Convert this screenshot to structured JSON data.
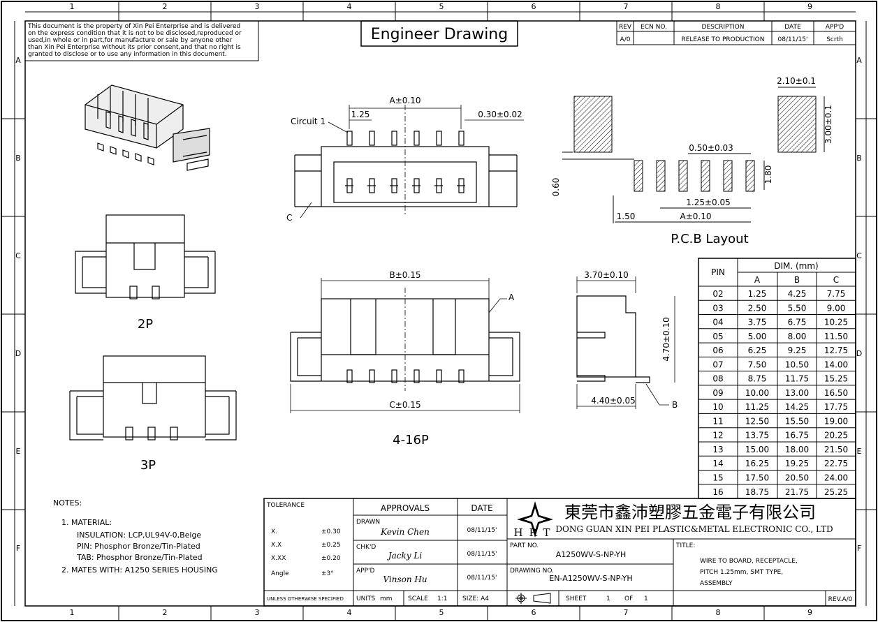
{
  "zones": {
    "columns": [
      "1",
      "2",
      "3",
      "4",
      "5",
      "6",
      "7",
      "8",
      "9"
    ],
    "rows": [
      "A",
      "B",
      "C",
      "D",
      "E",
      "F"
    ]
  },
  "disclaimer": [
    "This document is the property of Xin Pei Enterprise and is delivered",
    "on the express condition that it is not to be disclosed,reproduced or",
    "used,in whole or in part,for manufacture or sale by anyone other",
    "than Xin Pei Enterprise without its prior consent,and that no right is",
    "granted to disclose or to use any information in this document."
  ],
  "title_box": "Engineer Drawing",
  "revision": {
    "headers": [
      "REV",
      "ECN NO.",
      "DESCRIPTION",
      "DATE",
      "APP'D"
    ],
    "rows": [
      [
        "A/0",
        "",
        "RELEASE TO PRODUCTION",
        "08/11/15'",
        "Scrth"
      ]
    ]
  },
  "views": {
    "top": {
      "a_dim": "A±0.10",
      "pitch": "1.25",
      "pin_width": "0.30±0.02",
      "circuit": "Circuit 1",
      "callout_c": "C"
    },
    "pcb": {
      "pad_w": "2.10±0.1",
      "pad_h": "3.00±0.1",
      "trace_w": "0.50±0.03",
      "gap": "0.60",
      "pad_len": "1.80",
      "pitch": "1.25±0.05",
      "offset": "1.50",
      "a_dim": "A±0.10",
      "title": "P.C.B Layout"
    },
    "front": {
      "b_dim": "B±0.15",
      "c_dim": "C±0.15",
      "callout_a": "A",
      "label": "4-16P"
    },
    "side": {
      "width": "3.70±0.10",
      "height": "4.70±0.10",
      "depth": "4.40±0.05",
      "callout_b": "B"
    },
    "label_2p": "2P",
    "label_3p": "3P"
  },
  "dim_table": {
    "pin_header": "PIN",
    "dim_header": "DIM. (mm)",
    "col_headers": [
      "A",
      "B",
      "C"
    ],
    "rows": [
      [
        "02",
        "1.25",
        "4.25",
        "7.75"
      ],
      [
        "03",
        "2.50",
        "5.50",
        "9.00"
      ],
      [
        "04",
        "3.75",
        "6.75",
        "10.25"
      ],
      [
        "05",
        "5.00",
        "8.00",
        "11.50"
      ],
      [
        "06",
        "6.25",
        "9.25",
        "12.75"
      ],
      [
        "07",
        "7.50",
        "10.50",
        "14.00"
      ],
      [
        "08",
        "8.75",
        "11.75",
        "15.25"
      ],
      [
        "09",
        "10.00",
        "13.00",
        "16.50"
      ],
      [
        "10",
        "11.25",
        "14.25",
        "17.75"
      ],
      [
        "11",
        "12.50",
        "15.50",
        "19.00"
      ],
      [
        "12",
        "13.75",
        "16.75",
        "20.25"
      ],
      [
        "13",
        "15.00",
        "18.00",
        "21.50"
      ],
      [
        "14",
        "16.25",
        "19.25",
        "22.75"
      ],
      [
        "15",
        "17.50",
        "20.50",
        "24.00"
      ],
      [
        "16",
        "18.75",
        "21.75",
        "25.25"
      ]
    ]
  },
  "notes": {
    "title": "NOTES:",
    "lines": [
      "1. MATERIAL:",
      "INSULATION: LCP,UL94V-0,Beige",
      "PIN: Phosphor Bronze/Tin-Plated",
      "TAB: Phosphor Bronze/Tin-Plated",
      "2. MATES WITH: A1250 SERIES HOUSING"
    ]
  },
  "tolerance": {
    "title": "TOLERANCE",
    "rows": [
      [
        "X.",
        "±0.30"
      ],
      [
        "X.X",
        "±0.25"
      ],
      [
        "X.XX",
        "±0.20"
      ],
      [
        "Angle",
        "±3°"
      ]
    ],
    "footer": "UNLESS OTHERWISE SPECIFIED"
  },
  "approvals": {
    "header": "APPROVALS",
    "date_header": "DATE",
    "rows": [
      {
        "role": "DRAWN",
        "name": "Kevin Chen",
        "date": "08/11/15'"
      },
      {
        "role": "CHK'D",
        "name": "Jacky Li",
        "date": "08/11/15'"
      },
      {
        "role": "APP'D",
        "name": "Vinson Hu",
        "date": "08/11/15'"
      }
    ],
    "units_label": "UNITS",
    "units": "mm",
    "scale_label": "SCALE",
    "scale": "1:1",
    "size": "SIZE: A4"
  },
  "company": {
    "logo": "HRT",
    "name_zh": "東莞市鑫沛塑膠五金電子有限公司",
    "name_en": "DONG GUAN XIN PEI PLASTIC&METAL ELECTRONIC CO., LTD"
  },
  "part": {
    "part_label": "PART NO.",
    "part_no": "A1250WV-S-NP-YH",
    "drawing_label": "DRAWING NO.",
    "drawing_no": "EN-A1250WV-S-NP-YH",
    "sheet_label": "SHEET",
    "sheet": "1",
    "of_label": "OF",
    "of": "1",
    "title_label": "TITLE:",
    "title_lines": [
      "WIRE TO BOARD, RECEPTACLE,",
      "PITCH 1.25mm, SMT TYPE,",
      "ASSEMBLY"
    ],
    "rev": "REV.A/0"
  }
}
